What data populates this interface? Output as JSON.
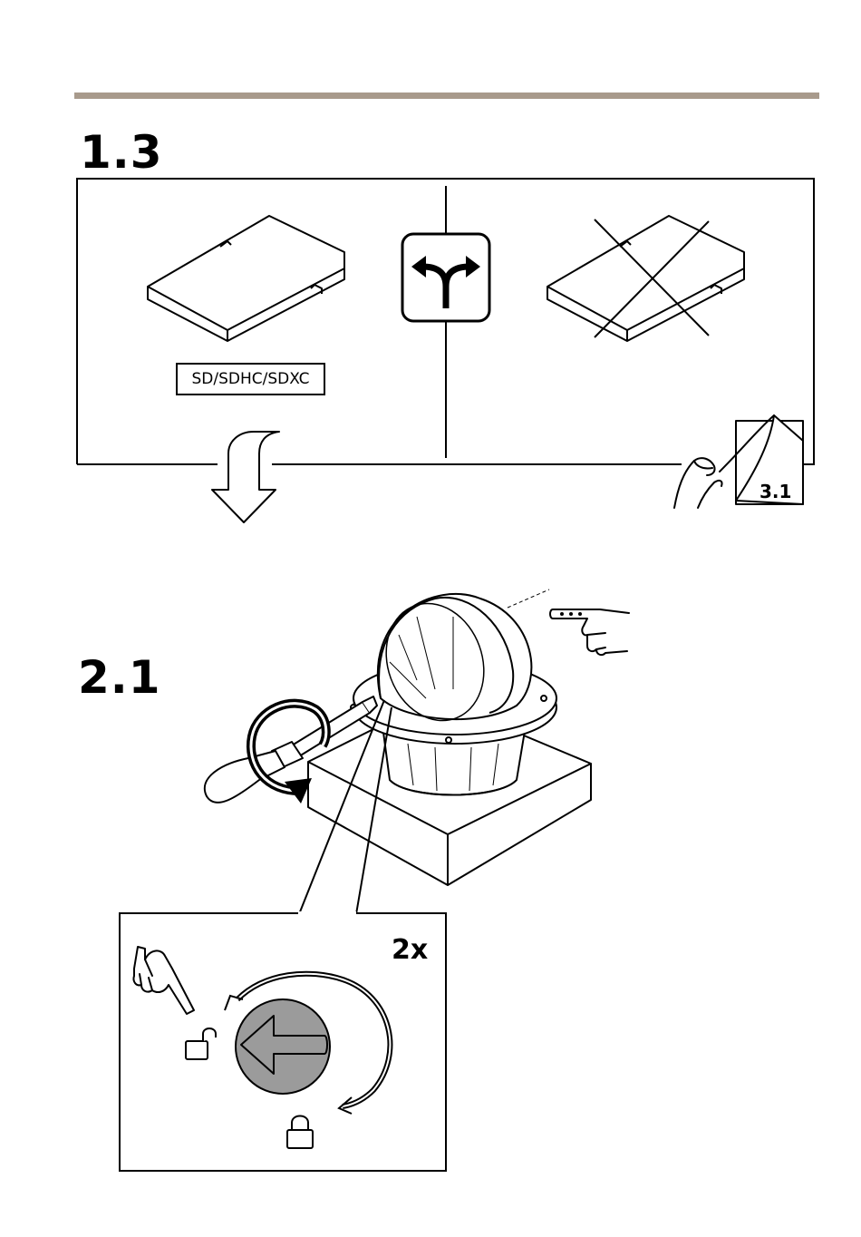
{
  "colors": {
    "rule": "#a89a8c",
    "line": "#000000",
    "knob": "#9b9b9b"
  },
  "step_1_3": {
    "number": "1.3",
    "card_label": "SD/SDHC/SDXC",
    "page_reference": "3.1",
    "icons": [
      "sd-card-icon",
      "fork-arrows-icon",
      "crossed-sd-card-icon",
      "down-arrow-icon",
      "page-turn-hand-icon"
    ]
  },
  "step_2_1": {
    "number": "2.1",
    "repeat_label": "2x",
    "icons": [
      "dome-camera-icon",
      "screwdriver-icon",
      "rotate-arrow-icon",
      "pointing-hand-icon",
      "lock-open-icon",
      "lock-closed-icon",
      "knob-arrow-icon"
    ]
  }
}
